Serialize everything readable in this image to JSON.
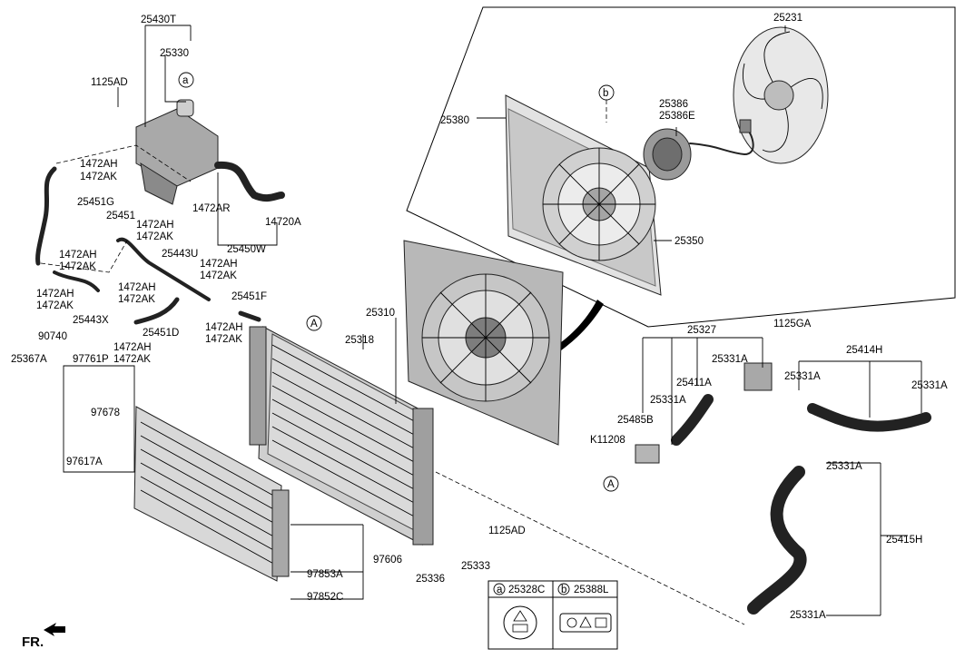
{
  "labels": {
    "l25430T": "25430T",
    "l25330": "25330",
    "l1125AD_a": "1125AD",
    "l1472AH_a": "1472AH",
    "l1472AK_a": "1472AK",
    "l25451G": "25451G",
    "l25451": "25451",
    "l1472AH_b": "1472AH",
    "l1472AK_b": "1472AK",
    "l25443U": "25443U",
    "l1472AH_c": "1472AH",
    "l1472AK_c": "1472AK",
    "l1472AH_d": "1472AH",
    "l1472AK_d": "1472AK",
    "l1472AH_e": "1472AH",
    "l1472AK_e": "1472AK",
    "l1472AH_f": "1472AH",
    "l1472AK_f": "1472AK",
    "l25451F": "25451F",
    "l25443X": "25443X",
    "l25451D": "25451D",
    "l1472AH_g": "1472AH",
    "l1472AK_g": "1472AK",
    "l1472AH_h": "1472AH",
    "l1472AK_h": "1472AK",
    "l1472AR": "1472AR",
    "l14720A": "14720A",
    "l25450W": "25450W",
    "l90740": "90740",
    "l25367A": "25367A",
    "l97761P": "97761P",
    "l97678": "97678",
    "l97617A": "97617A",
    "l25310": "25310",
    "l25318": "25318",
    "l97606": "97606",
    "l97853A": "97853A",
    "l97852C": "97852C",
    "l25336": "25336",
    "l25333": "25333",
    "l1125AD_b": "1125AD",
    "l25380": "25380",
    "l25231": "25231",
    "l25386": "25386",
    "l25386E": "25386E",
    "l25350": "25350",
    "l25327": "25327",
    "l1125GA": "1125GA",
    "l25331A_a": "25331A",
    "l25411A": "25411A",
    "l25331A_b": "25331A",
    "l25485B": "25485B",
    "l25414H": "25414H",
    "l25331A_c": "25331A",
    "l25331A_d": "25331A",
    "lK11208": "K11208",
    "l25331A_e": "25331A",
    "l25415H": "25415H",
    "l25331A_f": "25331A"
  },
  "callouts": {
    "a_top": "a",
    "b_top": "b",
    "A_left": "A",
    "A_right": "A"
  },
  "legend": {
    "a_letter": "a",
    "a_part": "25328C",
    "b_letter": "b",
    "b_part": "25388L"
  },
  "direction_label": "FR."
}
